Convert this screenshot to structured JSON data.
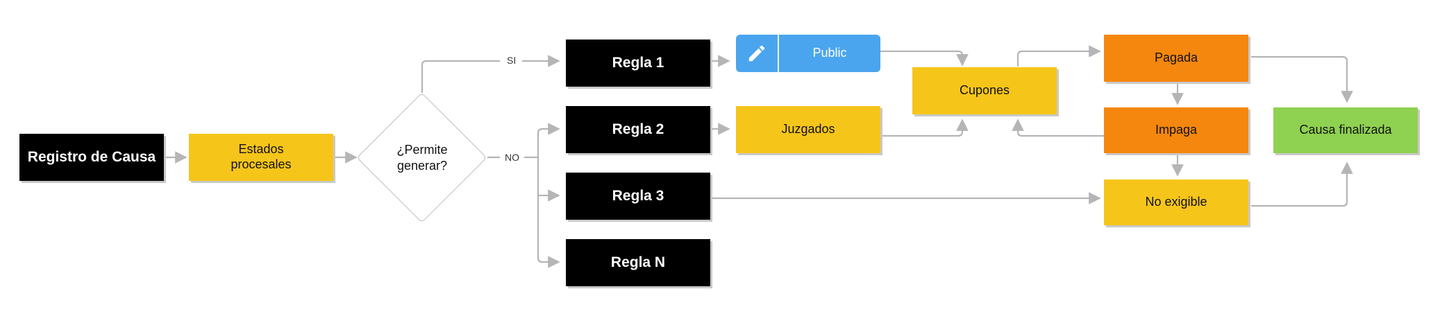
{
  "nodes": {
    "registro": "Registro de Causa",
    "estados": "Estados\nprocesales",
    "permite": "¿Permite\ngenerar?",
    "regla1": "Regla 1",
    "regla2": "Regla 2",
    "regla3": "Regla 3",
    "reglaN": "Regla N",
    "public": "Public",
    "juzgados": "Juzgados",
    "cupones": "Cupones",
    "pagada": "Pagada",
    "impaga": "Impaga",
    "no_exigible": "No exigible",
    "causa_finalizada": "Causa finalizada"
  },
  "edge_labels": {
    "si": "SI",
    "no": "NO"
  },
  "icons": {
    "public_button": "pencil-icon"
  },
  "colors": {
    "black": "#000000",
    "yellow": "#f6c51a",
    "orange": "#f5870f",
    "green": "#8fd151",
    "blue": "#4aa5ee",
    "connector": "#b5b5b5"
  }
}
